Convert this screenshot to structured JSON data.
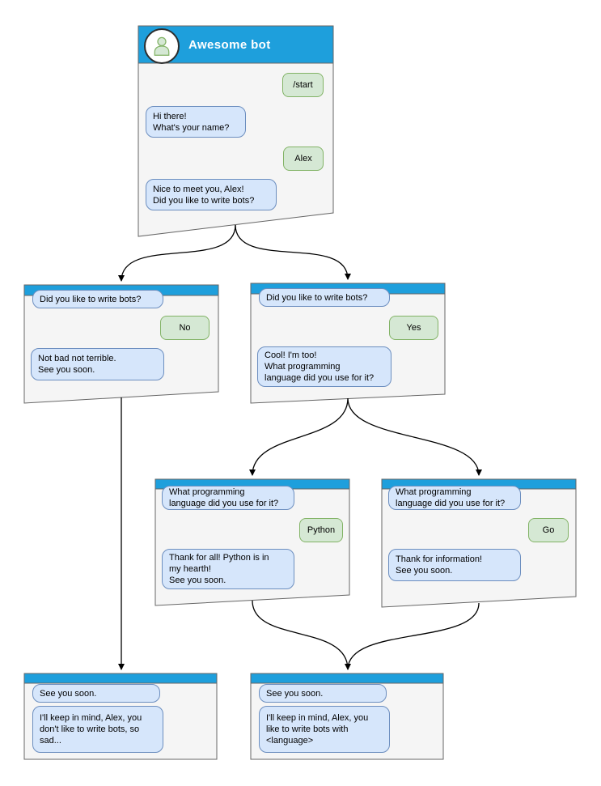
{
  "colors": {
    "header_blue": "#1E9FDC",
    "window_bg": "#F5F5F5",
    "window_border": "#666666",
    "bubble_blue_bg": "#D6E6FB",
    "bubble_blue_border": "#6C8EBF",
    "bubble_green_bg": "#D5E8D4",
    "bubble_green_border": "#82B366",
    "arrow": "#000000",
    "title_text": "#FFFFFF"
  },
  "windows": [
    {
      "id": "awesome-bot",
      "title": "Awesome bot",
      "messages": [
        {
          "side": "right",
          "style": "green",
          "text": "/start"
        },
        {
          "side": "left",
          "style": "blue",
          "text": "Hi there!\nWhat's your name?"
        },
        {
          "side": "right",
          "style": "green",
          "text": "Alex"
        },
        {
          "side": "left",
          "style": "blue",
          "text": "Nice to meet you, Alex!\nDid you like to write bots?"
        }
      ]
    },
    {
      "id": "branch-no",
      "messages": [
        {
          "side": "left",
          "style": "blue",
          "text": "Did you like to write bots?"
        },
        {
          "side": "right",
          "style": "green",
          "text": "No"
        },
        {
          "side": "left",
          "style": "blue",
          "text": "Not bad not terrible.\nSee you soon."
        }
      ]
    },
    {
      "id": "branch-yes",
      "messages": [
        {
          "side": "left",
          "style": "blue",
          "text": "Did you like to write bots?"
        },
        {
          "side": "right",
          "style": "green",
          "text": "Yes"
        },
        {
          "side": "left",
          "style": "blue",
          "text": "Cool! I'm too!\nWhat programming\nlanguage did you use for it?"
        }
      ]
    },
    {
      "id": "branch-python",
      "messages": [
        {
          "side": "left",
          "style": "blue",
          "text": "What programming\nlanguage did you use for it?"
        },
        {
          "side": "right",
          "style": "green",
          "text": "Python"
        },
        {
          "side": "left",
          "style": "blue",
          "text": "Thank for all! Python is in\nmy hearth!\nSee you soon."
        }
      ]
    },
    {
      "id": "branch-go",
      "messages": [
        {
          "side": "left",
          "style": "blue",
          "text": "What programming\nlanguage did you use for it?"
        },
        {
          "side": "right",
          "style": "green",
          "text": "Go"
        },
        {
          "side": "left",
          "style": "blue",
          "text": "Thank for information!\nSee you soon."
        }
      ]
    },
    {
      "id": "end-no",
      "messages": [
        {
          "side": "left",
          "style": "blue",
          "text": "See you soon."
        },
        {
          "side": "left",
          "style": "blue",
          "text": "I'll keep in mind, Alex, you\ndon't like to write bots, so\nsad..."
        }
      ]
    },
    {
      "id": "end-language",
      "messages": [
        {
          "side": "left",
          "style": "blue",
          "text": "See you soon."
        },
        {
          "side": "left",
          "style": "blue",
          "text": "I'll keep in mind, Alex, you\nlike to write bots with\n<language>"
        }
      ]
    }
  ],
  "edges": [
    {
      "from": "awesome-bot",
      "to": "branch-no"
    },
    {
      "from": "awesome-bot",
      "to": "branch-yes"
    },
    {
      "from": "branch-no",
      "to": "end-no"
    },
    {
      "from": "branch-yes",
      "to": "branch-python"
    },
    {
      "from": "branch-yes",
      "to": "branch-go"
    },
    {
      "from": "branch-python",
      "to": "end-language"
    },
    {
      "from": "branch-go",
      "to": "end-language"
    }
  ]
}
